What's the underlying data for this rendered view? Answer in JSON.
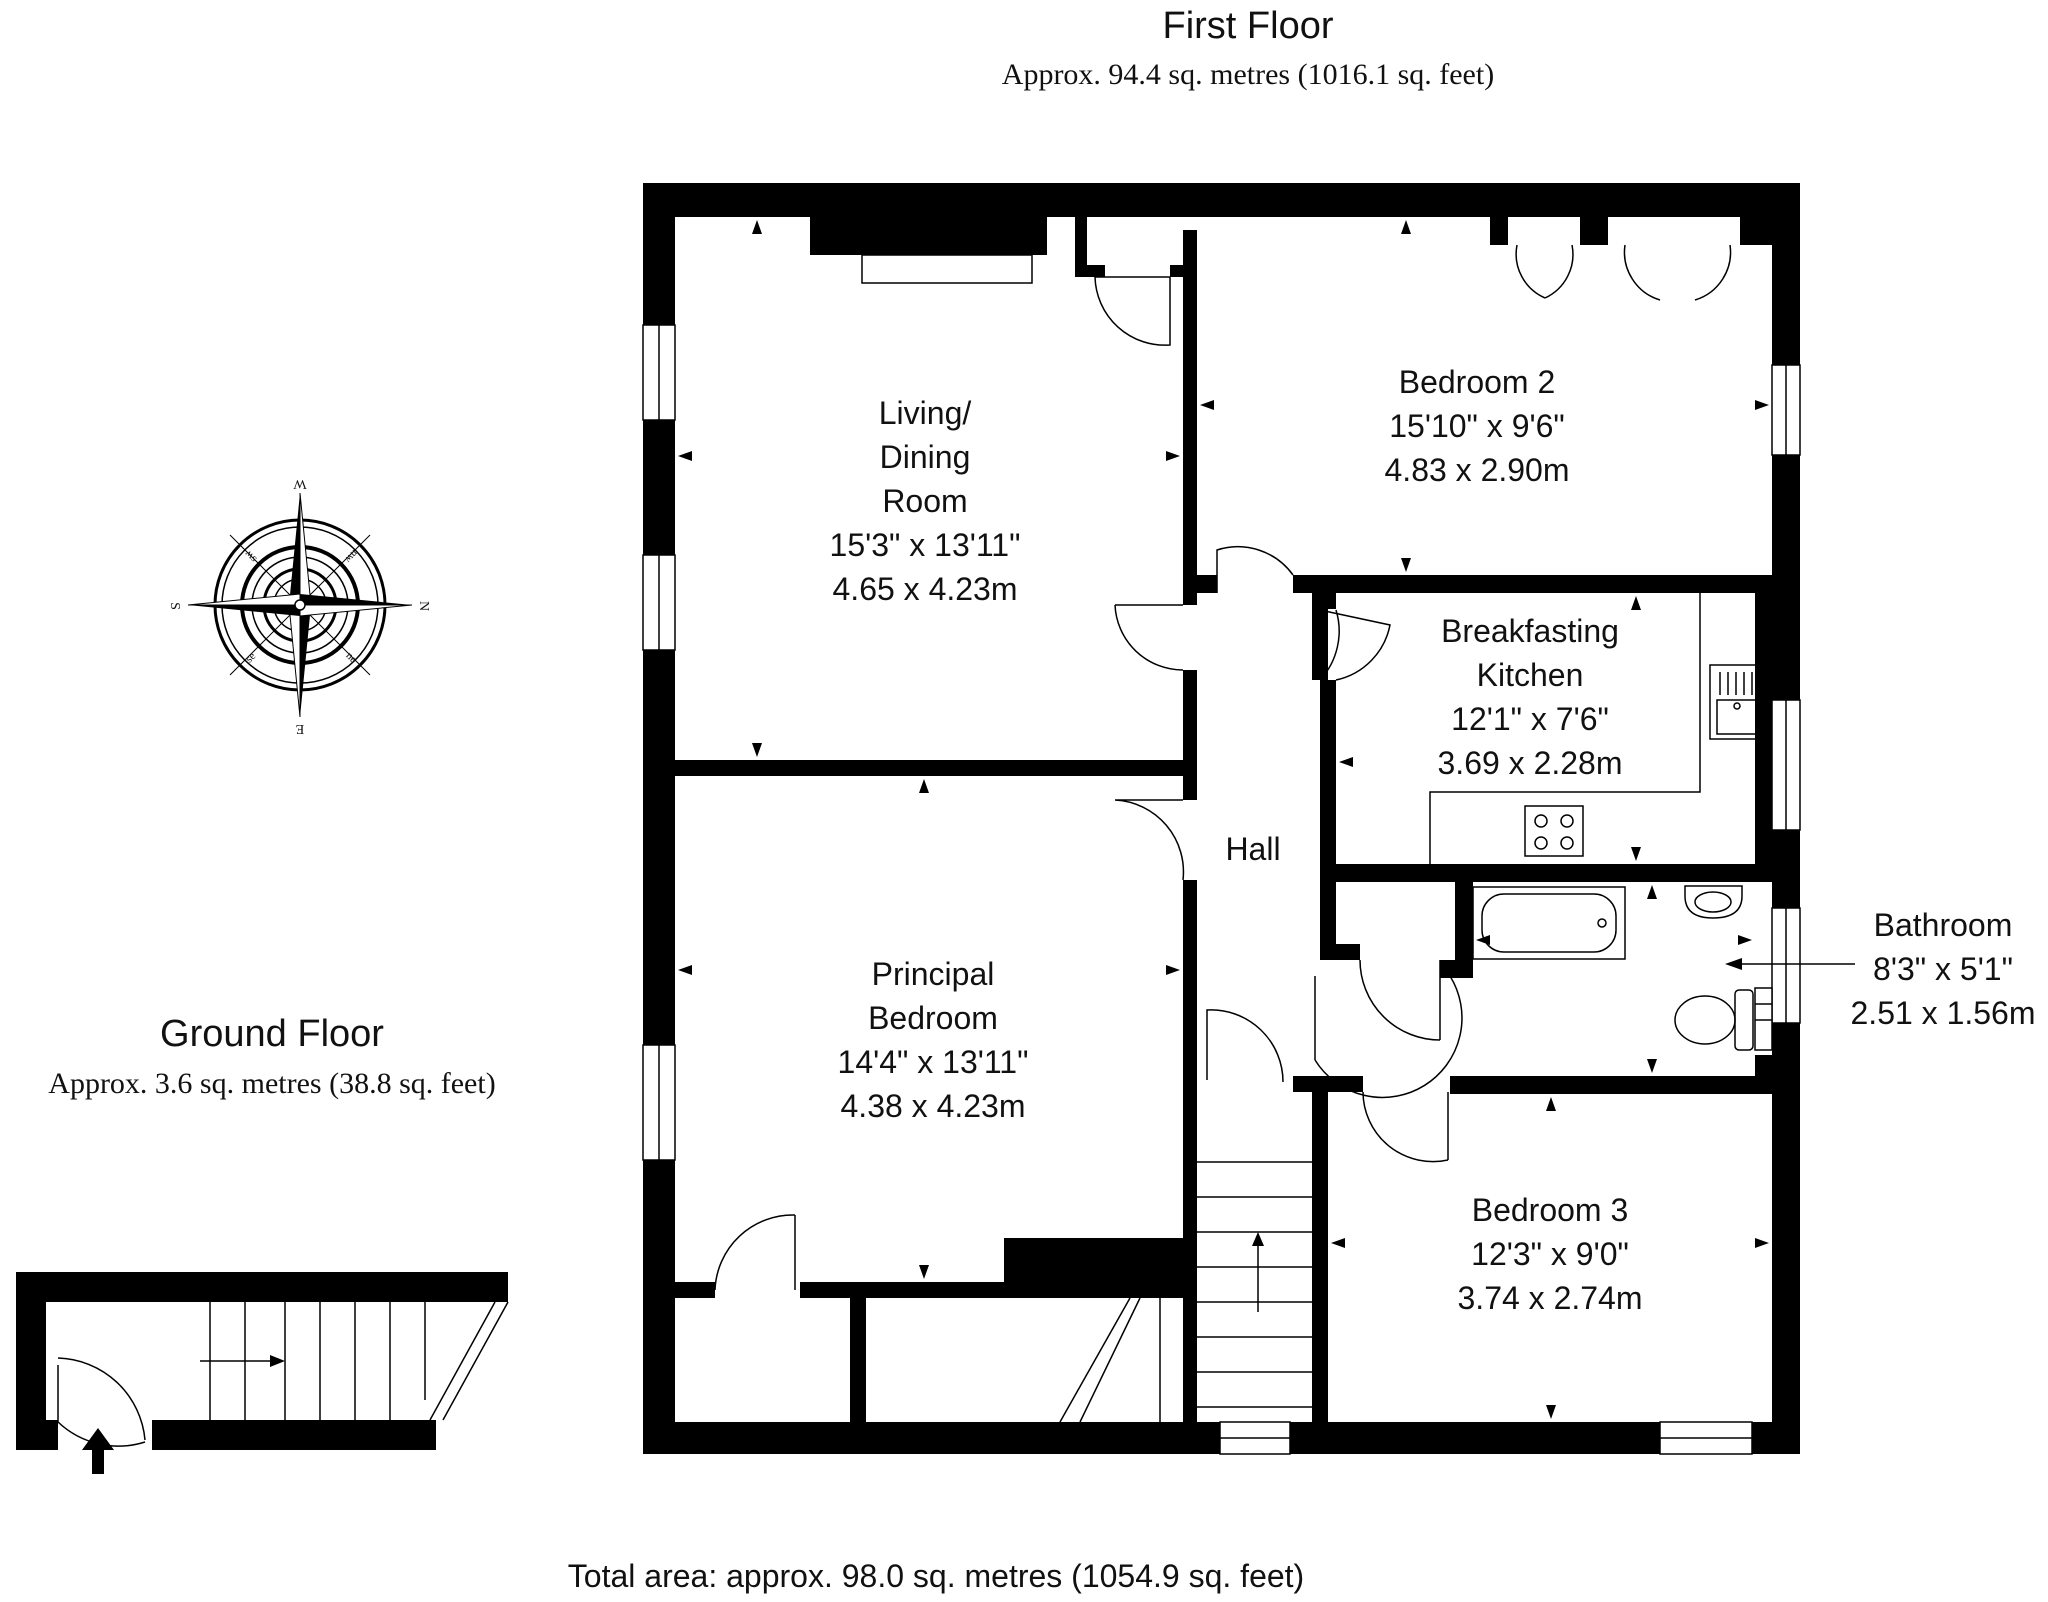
{
  "first_floor": {
    "title": "First Floor",
    "area": "Approx. 94.4 sq. metres (1016.1 sq. feet)"
  },
  "ground_floor": {
    "title": "Ground Floor",
    "area": "Approx. 3.6 sq. metres (38.8 sq. feet)"
  },
  "total_area": "Total area: approx. 98.0 sq. metres (1054.9 sq. feet)",
  "compass": {
    "n": "N",
    "s": "S",
    "e": "E",
    "w": "W",
    "ne": "ne",
    "nw": "nw",
    "se": "se",
    "sw": "sw"
  },
  "rooms": {
    "living": {
      "line1": "Living/",
      "line2": "Dining",
      "line3": "Room",
      "imperial": "15'3\" x 13'11\"",
      "metric": "4.65 x 4.23m"
    },
    "bedroom2": {
      "name": "Bedroom 2",
      "imperial": "15'10\" x 9'6\"",
      "metric": "4.83 x 2.90m"
    },
    "kitchen": {
      "line1": "Breakfasting",
      "line2": "Kitchen",
      "imperial": "12'1\" x 7'6\"",
      "metric": "3.69 x 2.28m"
    },
    "hall": {
      "name": "Hall"
    },
    "principal": {
      "line1": "Principal",
      "line2": "Bedroom",
      "imperial": "14'4\" x 13'11\"",
      "metric": "4.38 x 4.23m"
    },
    "bathroom": {
      "name": "Bathroom",
      "imperial": "8'3\" x 5'1\"",
      "metric": "2.51 x 1.56m"
    },
    "bedroom3": {
      "name": "Bedroom 3",
      "imperial": "12'3\" x 9'0\"",
      "metric": "3.74 x 2.74m"
    }
  }
}
